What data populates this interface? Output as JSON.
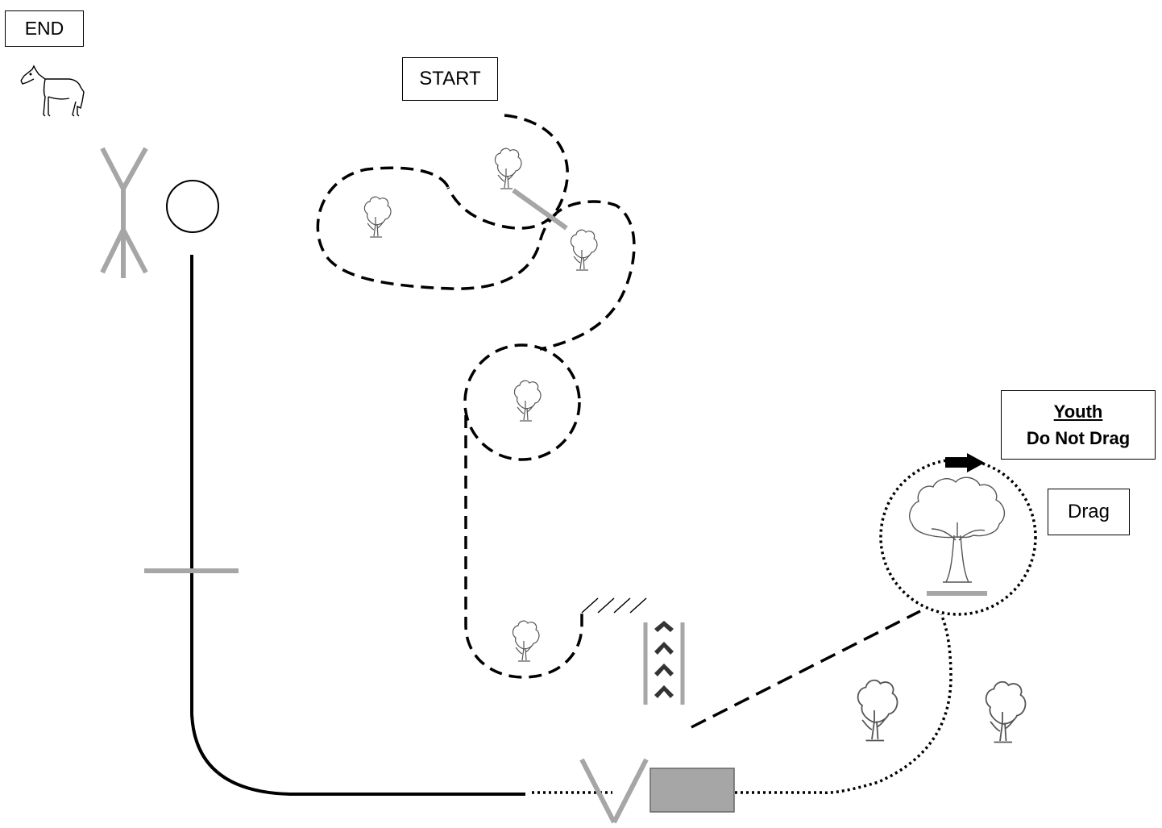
{
  "labels": {
    "end": "END",
    "start": "START",
    "drag": "Drag",
    "youth_title": "Youth",
    "youth_note": "Do Not Drag"
  },
  "icons": {
    "horse": "horse-icon",
    "tree": "tree-icon",
    "arrow": "arrow-right-icon",
    "circle_obstacle": "circle-obstacle-icon",
    "y_obstacle": "y-branch-obstacle-icon",
    "v_obstacle": "v-gate-icon",
    "box_obstacle": "box-obstacle-icon",
    "ladder_obstacle": "ladder-obstacle-icon"
  },
  "colors": {
    "path": "#000000",
    "obstacle": "#a6a6a6",
    "box_fill": "#a6a6a6",
    "tree_stroke": "#555555"
  }
}
